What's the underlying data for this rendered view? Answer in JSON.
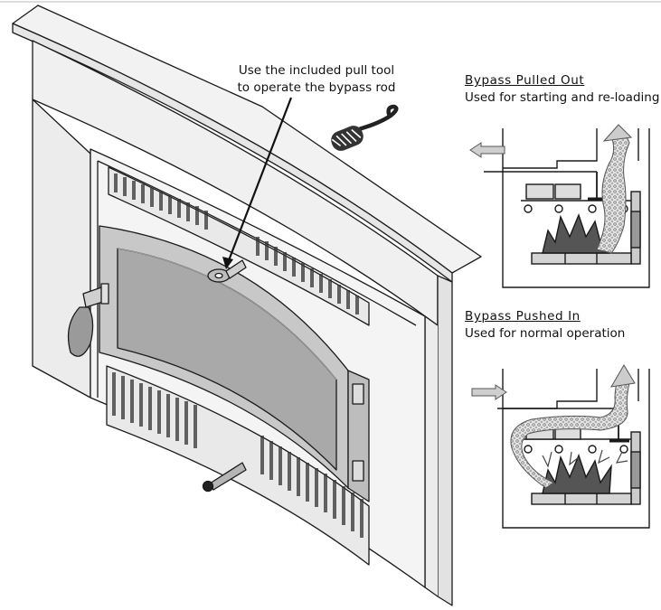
{
  "callout": {
    "line1": "Use the included pull tool",
    "line2": "to operate the bypass rod"
  },
  "panel_out": {
    "title": "Bypass Pulled Out",
    "subtitle": "Used for starting and re-loading"
  },
  "panel_in": {
    "title": "Bypass Pushed In",
    "subtitle": "Used for normal operation"
  },
  "colors": {
    "line": "#1a1a1a",
    "face": "#ededed",
    "glass": "#a9a9a9",
    "door": "#c4c4c4",
    "smoke": "#d6d6d6",
    "flame": "#555555"
  }
}
